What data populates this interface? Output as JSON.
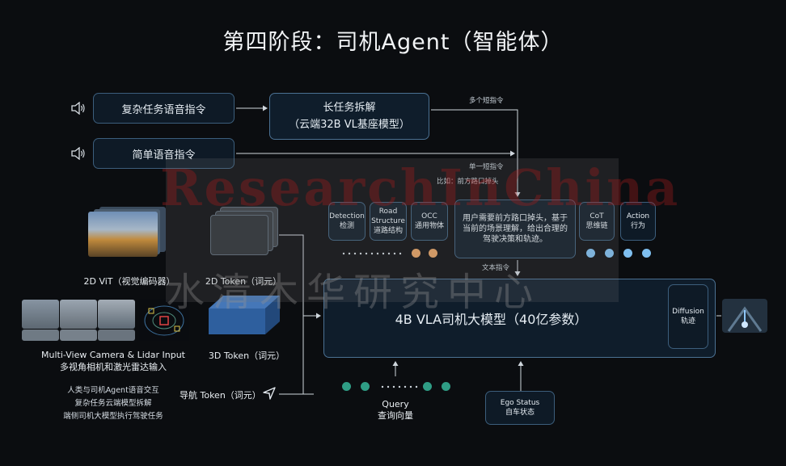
{
  "title": "第四阶段：司机Agent（智能体）",
  "inputs": {
    "complex_voice": "复杂任务语音指令",
    "simple_voice": "简单语音指令"
  },
  "cloud": {
    "line1": "长任务拆解",
    "line2": "（云端32B VL基座模型）"
  },
  "flow_labels": {
    "multi_short": "多个短指令",
    "single_short": "单一短指令",
    "example": "比如：前方路口掉头",
    "text_cmd": "文本指令"
  },
  "task_heads": [
    {
      "en": "Detection",
      "cn": "检测"
    },
    {
      "en": "Road Structure",
      "cn": "道路结构"
    },
    {
      "en": "OCC",
      "cn": "通用物体"
    }
  ],
  "reasoning": "用户需要前方路口掉头，基于当前的场景理解，给出合理的驾驶决策和轨迹。",
  "output_heads": [
    {
      "en": "CoT",
      "cn": "思维链"
    },
    {
      "en": "Action",
      "cn": "行为"
    }
  ],
  "vla": {
    "label": "4B VLA司机大模型（40亿参数）",
    "diffusion_en": "Diffusion",
    "diffusion_cn": "轨迹"
  },
  "captions": {
    "vit": "2D ViT（视觉编码器）",
    "token2d": "2D Token（词元）",
    "camera_en": "Multi-View Camera & Lidar Input",
    "camera_cn": "多视角相机和激光雷达输入",
    "token3d": "3D Token（词元）",
    "nav_token": "导航 Token（词元）",
    "query_en": "Query",
    "query_cn": "查询向量",
    "ego_en": "Ego Status",
    "ego_cn": "自车状态"
  },
  "notes": [
    "人类与司机Agent语音交互",
    "复杂任务云端模型拆解",
    "端侧司机大模型执行驾驶任务"
  ],
  "watermark": {
    "en": "ResearchInChina",
    "cn": "水清木华研究中心"
  },
  "colors": {
    "box_border": "#3c5e7c",
    "box_fill": "#0e1a26",
    "dot_blue": "#7fbff0",
    "dot_orange": "#e3a062",
    "dot_teal": "#2f9d85",
    "token3d": "#2e5f9e"
  },
  "icons": [
    "speaker-icon",
    "navigation-arrow-icon",
    "arrow-icon"
  ]
}
